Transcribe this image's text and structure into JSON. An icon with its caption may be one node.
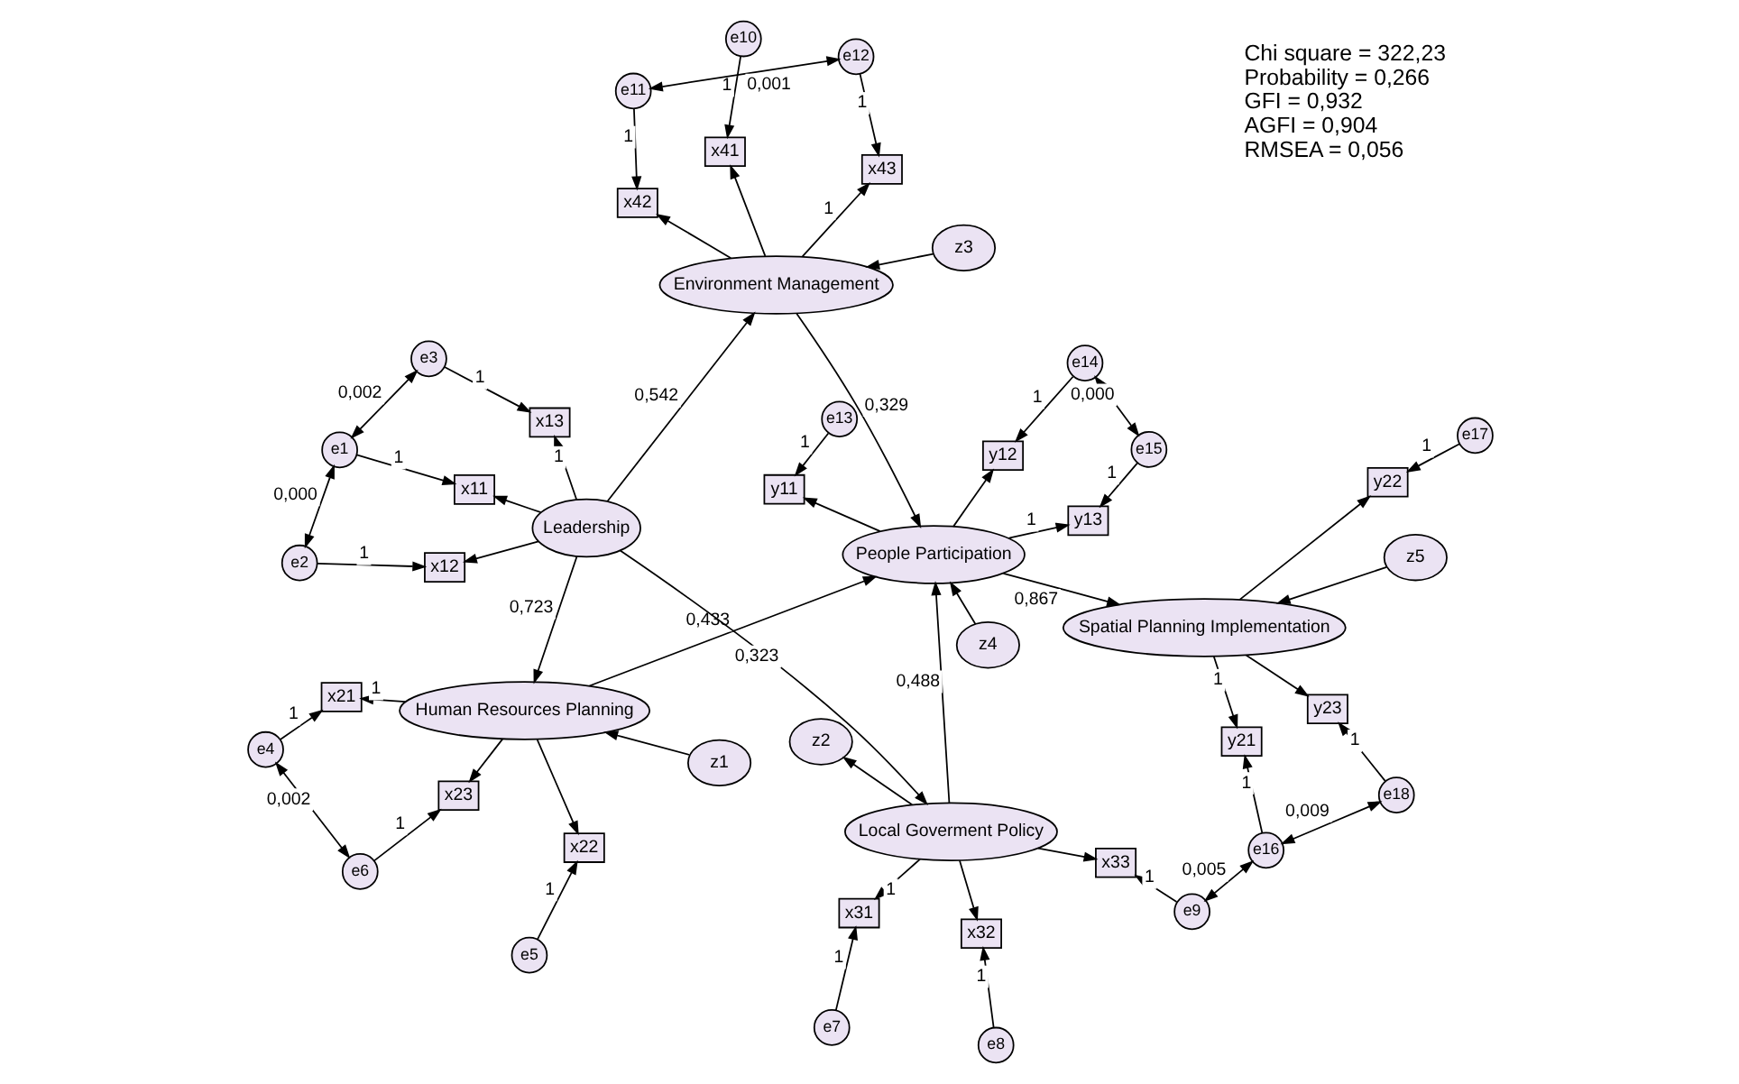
{
  "diagram": {
    "nodes": [
      {
        "text": [
          "e4"
        ]
      },
      {
        "text": [
          "e5"
        ]
      },
      {
        "text": [
          "e6"
        ]
      },
      {
        "text": [
          "x21"
        ]
      },
      {
        "text": [
          "x22"
        ]
      },
      {
        "text": [
          "x23"
        ]
      },
      {
        "text": [
          "z1"
        ]
      },
      {
        "text": [
          "Human Resources Planning"
        ]
      },
      {
        "text": [
          "e7"
        ]
      },
      {
        "text": [
          "e8"
        ]
      },
      {
        "text": [
          "e9"
        ]
      },
      {
        "text": [
          "x31"
        ]
      },
      {
        "text": [
          "x32"
        ]
      },
      {
        "text": [
          "x33"
        ]
      },
      {
        "text": [
          "e1"
        ]
      },
      {
        "text": [
          "e2"
        ]
      },
      {
        "text": [
          "e3"
        ]
      },
      {
        "text": [
          "x11"
        ]
      },
      {
        "text": [
          "x12"
        ]
      },
      {
        "text": [
          "x13"
        ]
      },
      {
        "text": [
          "Leadership"
        ]
      },
      {
        "text": [
          "Local Goverment Policy"
        ]
      },
      {
        "text": [
          "z2"
        ]
      },
      {
        "text": [
          "z3"
        ]
      },
      {
        "text": [
          "Environment Management"
        ]
      },
      {
        "text": [
          "z4"
        ]
      },
      {
        "text": [
          "People Participation"
        ]
      },
      {
        "text": [
          "z5"
        ]
      },
      {
        "text": [
          "Spatial Planning Implementation"
        ]
      },
      {
        "text": [
          "y21"
        ]
      },
      {
        "text": [
          "y22"
        ]
      },
      {
        "text": [
          "y23"
        ]
      },
      {
        "text": [
          "e16"
        ]
      },
      {
        "text": [
          "e17"
        ]
      },
      {
        "text": [
          "e18"
        ]
      },
      {
        "text": [
          "y11"
        ]
      },
      {
        "text": [
          "y12"
        ]
      },
      {
        "text": [
          "y13"
        ]
      },
      {
        "text": [
          "e13"
        ]
      },
      {
        "text": [
          "e14"
        ]
      },
      {
        "text": [
          "e15"
        ]
      },
      {
        "text": [
          "x41"
        ]
      },
      {
        "text": [
          "x42"
        ]
      },
      {
        "text": [
          "x43"
        ]
      },
      {
        "text": [
          "e10"
        ]
      },
      {
        "text": [
          "e11"
        ]
      },
      {
        "text": [
          "e12"
        ]
      }
    ],
    "edges": [
      {
        "from": 0,
        "to": 3,
        "arrow": "to",
        "label": "1"
      },
      {
        "from": 1,
        "to": 4,
        "arrow": "to",
        "label": "1"
      },
      {
        "from": 2,
        "to": 5,
        "arrow": "to",
        "label": "1"
      },
      {
        "from": 0,
        "to": 2,
        "arrow": "both",
        "label": "0,002"
      },
      {
        "from": 7,
        "to": 3,
        "arrow": "to",
        "label": "1"
      },
      {
        "from": 7,
        "to": 4,
        "arrow": "to"
      },
      {
        "from": 7,
        "to": 5,
        "arrow": "to"
      },
      {
        "from": 6,
        "to": 7,
        "arrow": "to"
      },
      {
        "from": 8,
        "to": 11,
        "arrow": "to",
        "label": "1"
      },
      {
        "from": 9,
        "to": 12,
        "arrow": "to",
        "label": "1"
      },
      {
        "from": 10,
        "to": 13,
        "arrow": "to",
        "label": "1"
      },
      {
        "from": 21,
        "to": 11,
        "arrow": "to",
        "label": "1"
      },
      {
        "from": 21,
        "to": 12,
        "arrow": "to"
      },
      {
        "from": 21,
        "to": 13,
        "arrow": "to"
      },
      {
        "from": 14,
        "to": 17,
        "arrow": "to",
        "label": "1"
      },
      {
        "from": 15,
        "to": 18,
        "arrow": "to",
        "label": "1"
      },
      {
        "from": 16,
        "to": 19,
        "arrow": "to",
        "label": "1"
      },
      {
        "from": 14,
        "to": 15,
        "arrow": "both",
        "label": "0,000"
      },
      {
        "from": 14,
        "to": 16,
        "arrow": "both",
        "label": "0,002"
      },
      {
        "from": 20,
        "to": 17,
        "arrow": "to"
      },
      {
        "from": 20,
        "to": 18,
        "arrow": "to"
      },
      {
        "from": 20,
        "to": 19,
        "arrow": "to",
        "label": "1"
      },
      {
        "from": 20,
        "to": 7,
        "arrow": "to",
        "label": "0,723"
      },
      {
        "from": 20,
        "to": 21,
        "arrow": "to",
        "label": "0,323"
      },
      {
        "from": 20,
        "to": 24,
        "arrow": "to",
        "label": "0,542"
      },
      {
        "from": 21,
        "to": 22,
        "arrow": "to"
      },
      {
        "from": 23,
        "to": 24,
        "arrow": "to"
      },
      {
        "from": 7,
        "to": 26,
        "arrow": "to",
        "label": "0,433"
      },
      {
        "from": 21,
        "to": 26,
        "arrow": "to",
        "label": "0,488"
      },
      {
        "from": 24,
        "to": 26,
        "arrow": "to",
        "label": "0,329"
      },
      {
        "from": 25,
        "to": 26,
        "arrow": "to"
      },
      {
        "from": 26,
        "to": 28,
        "arrow": "to",
        "label": "0,867"
      },
      {
        "from": 27,
        "to": 28,
        "arrow": "to"
      },
      {
        "from": 28,
        "to": 29,
        "arrow": "to",
        "label": "1"
      },
      {
        "from": 28,
        "to": 30,
        "arrow": "to"
      },
      {
        "from": 28,
        "to": 31,
        "arrow": "to"
      },
      {
        "from": 32,
        "to": 29,
        "arrow": "to",
        "label": "1"
      },
      {
        "from": 33,
        "to": 30,
        "arrow": "to",
        "label": "1"
      },
      {
        "from": 34,
        "to": 31,
        "arrow": "to",
        "label": "1"
      },
      {
        "from": 32,
        "to": 34,
        "arrow": "both",
        "label": "0,009"
      },
      {
        "from": 10,
        "to": 32,
        "arrow": "both",
        "label": "0,005"
      },
      {
        "from": 26,
        "to": 35,
        "arrow": "to"
      },
      {
        "from": 26,
        "to": 36,
        "arrow": "to"
      },
      {
        "from": 26,
        "to": 37,
        "arrow": "to",
        "label": "1"
      },
      {
        "from": 38,
        "to": 35,
        "arrow": "to",
        "label": "1"
      },
      {
        "from": 39,
        "to": 36,
        "arrow": "to",
        "label": "1"
      },
      {
        "from": 40,
        "to": 37,
        "arrow": "to",
        "label": "1"
      },
      {
        "from": 39,
        "to": 40,
        "arrow": "both",
        "label": "0,000"
      },
      {
        "from": 24,
        "to": 41,
        "arrow": "to"
      },
      {
        "from": 24,
        "to": 42,
        "arrow": "to"
      },
      {
        "from": 24,
        "to": 43,
        "arrow": "to",
        "label": "1"
      },
      {
        "from": 44,
        "to": 41,
        "arrow": "to",
        "label": "1"
      },
      {
        "from": 45,
        "to": 42,
        "arrow": "to",
        "label": "1"
      },
      {
        "from": 46,
        "to": 43,
        "arrow": "to",
        "label": "1"
      },
      {
        "from": 45,
        "to": 46,
        "arrow": "both",
        "label": "0,001"
      }
    ],
    "labels": [
      "Chi square = 322,23",
      "Probability = 0,266",
      "GFI = 0,932",
      "AGFI = 0,904",
      "RMSEA = 0,056"
    ]
  }
}
